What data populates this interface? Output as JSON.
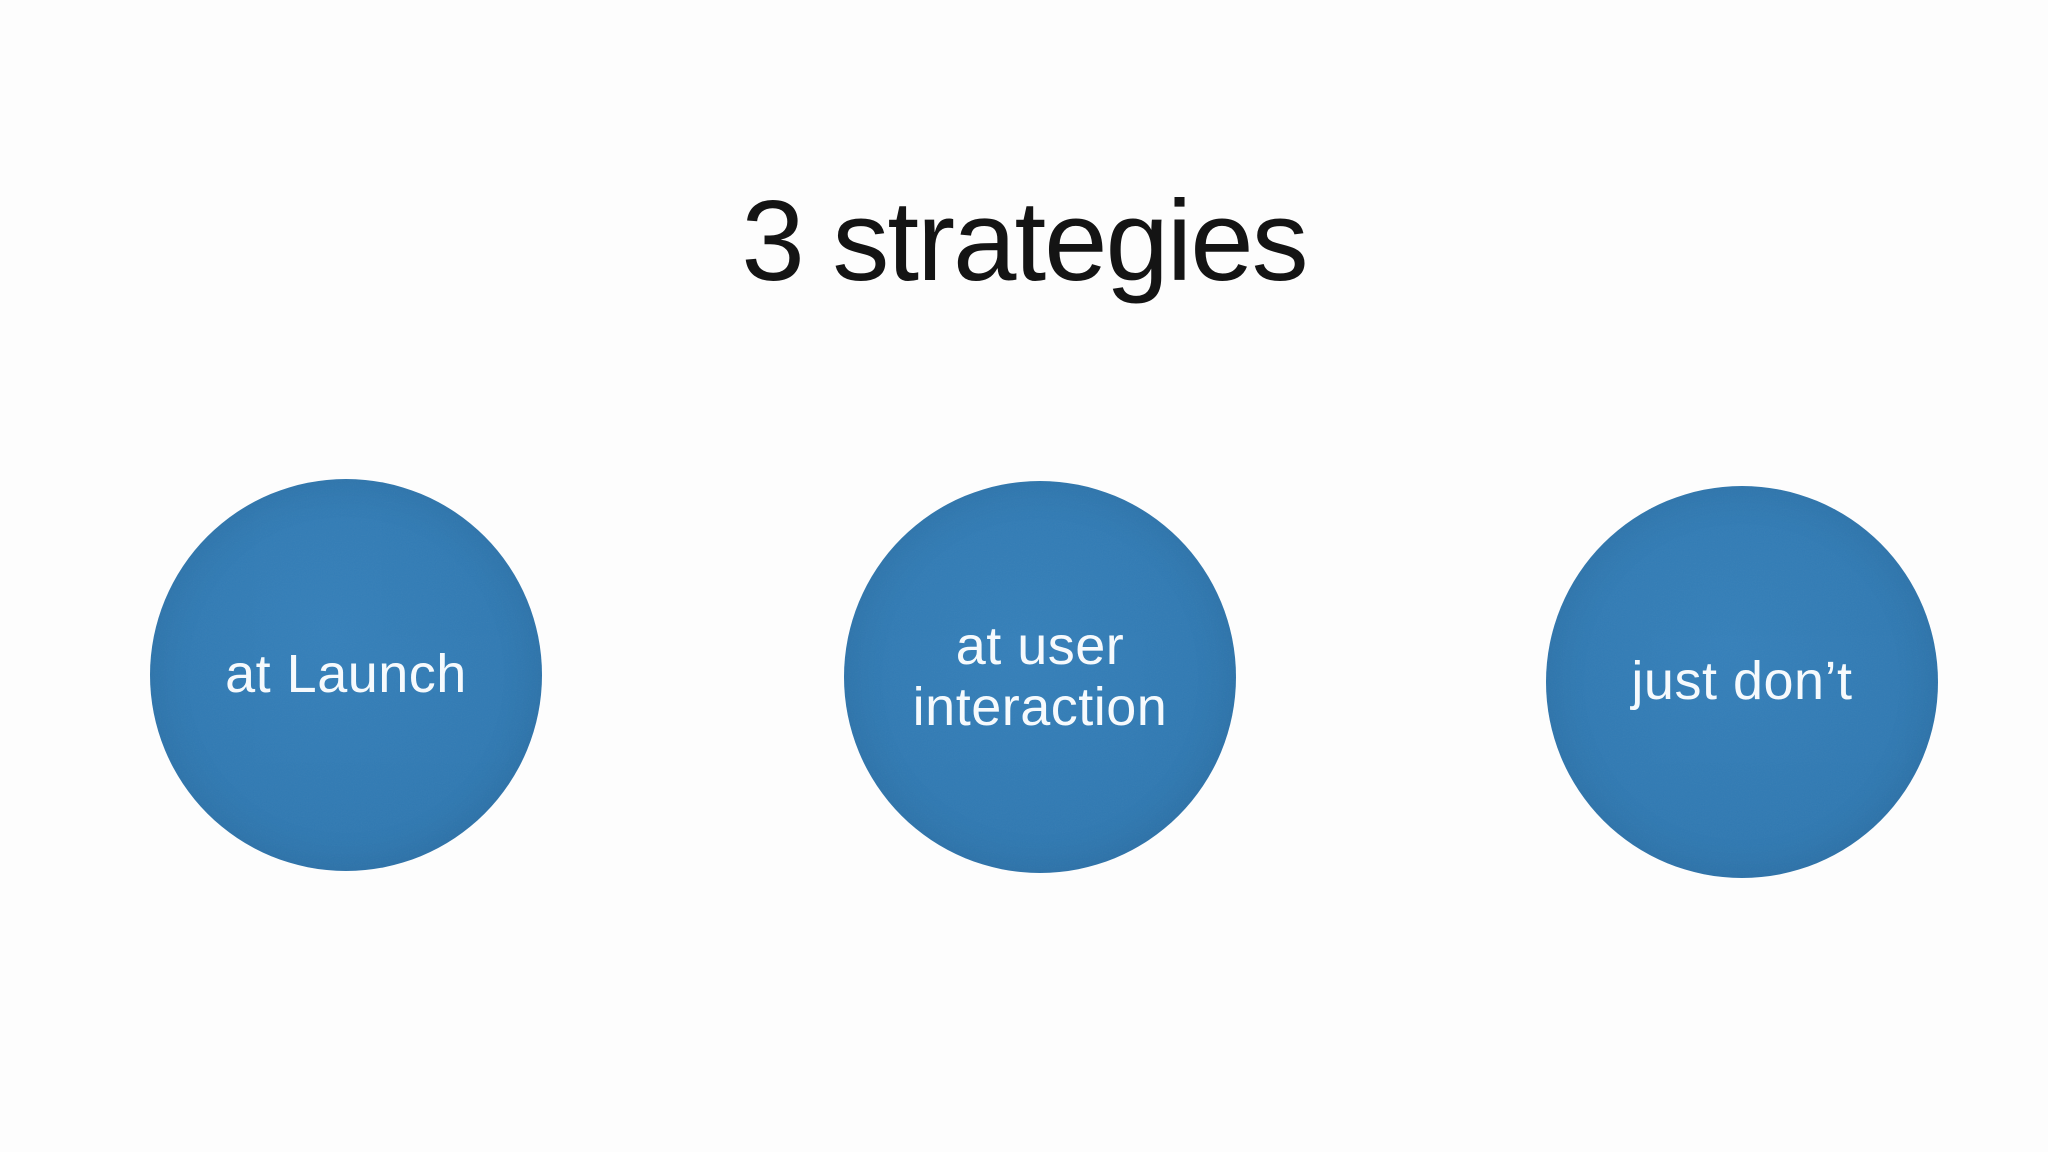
{
  "slide": {
    "title": "3 strategies",
    "background_color": "#fdfdfd",
    "title_color": "#141414",
    "circle_color": "#3079b2",
    "circle_color_light": "#3580ba",
    "circle_color_dark": "#2d71a8",
    "circle_text_color": "#f6fafd"
  },
  "circles": [
    {
      "id": "at-launch",
      "lines": [
        "at Launch",
        null
      ]
    },
    {
      "id": "at-user-interaction",
      "lines": [
        "at user",
        "interaction"
      ]
    },
    {
      "id": "just-dont",
      "lines": [
        "just don’t",
        null
      ]
    }
  ]
}
